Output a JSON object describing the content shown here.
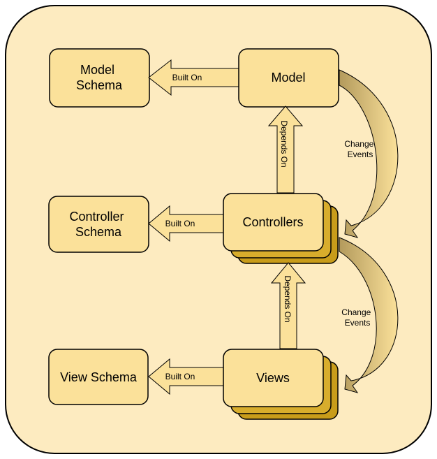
{
  "colors": {
    "background_panel": "#fdebc0",
    "box_fill": "#fbe19a",
    "box_stack_dark": "#c89c1a",
    "arrow_fill": "#fbe19a",
    "curve_gradient_dark": "#b39a5c",
    "curve_gradient_light": "#fbe19a",
    "stroke": "#000000"
  },
  "boxes": {
    "model": {
      "label": "Model"
    },
    "model_schema": {
      "line1": "Model",
      "line2": "Schema"
    },
    "controllers": {
      "label": "Controllers"
    },
    "controller_schema": {
      "line1": "Controller",
      "line2": "Schema"
    },
    "views": {
      "label": "Views"
    },
    "view_schema": {
      "label": "View Schema"
    }
  },
  "arrows": {
    "model_built_on": "Built On",
    "controller_built_on": "Built On",
    "view_built_on": "Built On",
    "controllers_depends_on": "Depends On",
    "views_depends_on": "Depends On"
  },
  "curves": {
    "model_to_controllers": {
      "line1": "Change",
      "line2": "Events"
    },
    "controllers_to_views": {
      "line1": "Change",
      "line2": "Events"
    }
  }
}
